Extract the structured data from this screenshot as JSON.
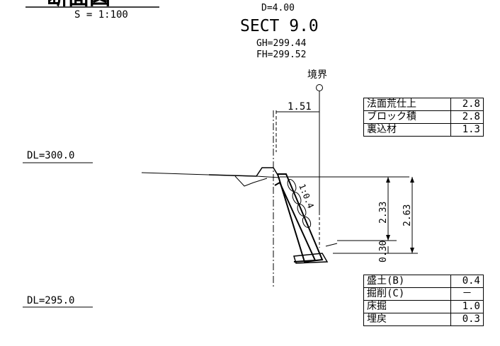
{
  "title": {
    "text": "断面図",
    "scale": "S = 1:100"
  },
  "section": {
    "d": "D=4.00",
    "name": "SECT 9.0",
    "gh": "GH=299.44",
    "fh": "FH=299.52"
  },
  "boundary_label": "境界",
  "datum_levels": [
    {
      "label": "DL=300.0"
    },
    {
      "label": "DL=295.0"
    }
  ],
  "dimensions": {
    "offset": "1.51",
    "slope": "1:0.4",
    "height_inner": "2.33",
    "height_total": "2.63",
    "base": "0.30"
  },
  "slope_table": {
    "rows": [
      {
        "item": "法面荒仕上",
        "value": "2.8"
      },
      {
        "item": "ブロック積",
        "value": "2.8"
      },
      {
        "item": "裏込材",
        "value": "1.3"
      }
    ]
  },
  "earthwork_table": {
    "rows": [
      {
        "item": "盛土(B)",
        "value": "0.4"
      },
      {
        "item": "掘削(C)",
        "value": "－"
      },
      {
        "item": "床掘",
        "value": "1.0"
      },
      {
        "item": "埋戻",
        "value": "0.3"
      }
    ]
  }
}
